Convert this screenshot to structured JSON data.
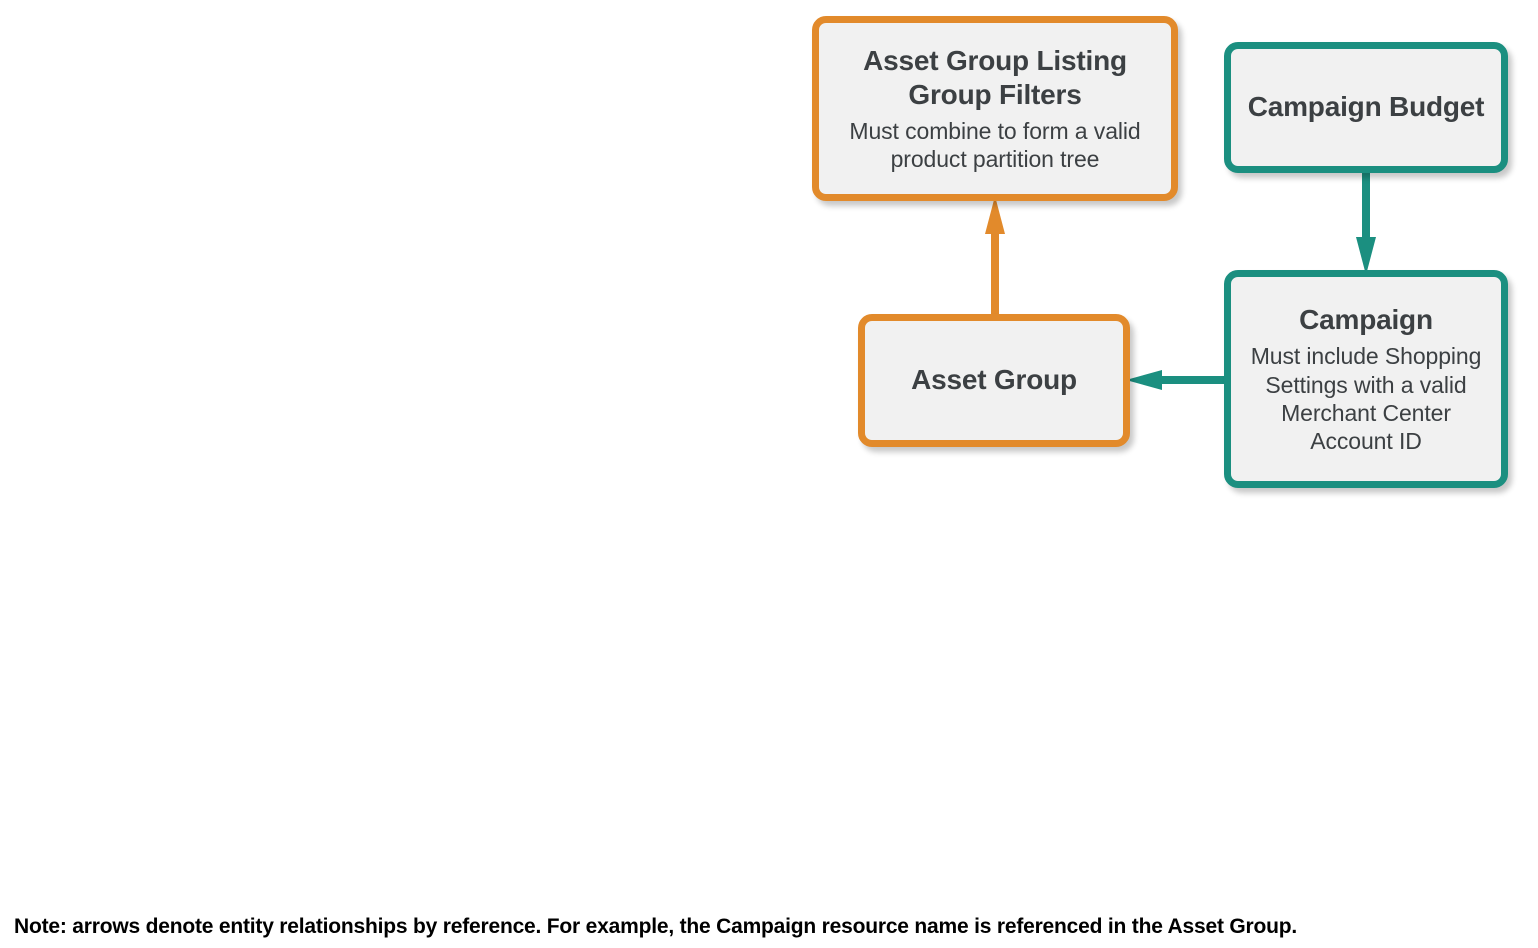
{
  "diagram": {
    "colors": {
      "orange": "#E28A2B",
      "teal": "#1B8F80",
      "box_fill": "#F1F1F1",
      "text": "#3C4043",
      "footnote_text": "#000000",
      "background": "#FFFFFF"
    },
    "nodes": [
      {
        "id": "asset-group-listing-group-filters",
        "title": "Asset Group Listing Group Filters",
        "subtitle": "Must combine to form a valid product partition tree",
        "color": "orange"
      },
      {
        "id": "campaign-budget",
        "title": "Campaign Budget",
        "subtitle": "",
        "color": "teal"
      },
      {
        "id": "asset-group",
        "title": "Asset Group",
        "subtitle": "",
        "color": "orange"
      },
      {
        "id": "campaign",
        "title": "Campaign",
        "subtitle": "Must include Shopping Settings with a valid Merchant Center Account ID",
        "color": "teal"
      }
    ],
    "edges": [
      {
        "id": "asset-group-to-filters",
        "from": "asset-group",
        "to": "asset-group-listing-group-filters",
        "direction": "up",
        "color": "orange"
      },
      {
        "id": "budget-to-campaign",
        "from": "campaign-budget",
        "to": "campaign",
        "direction": "down",
        "color": "teal"
      },
      {
        "id": "campaign-to-asset-group",
        "from": "campaign",
        "to": "asset-group",
        "direction": "left",
        "color": "teal"
      }
    ],
    "footnote": "Note: arrows denote entity relationships by reference. For example, the Campaign resource name is referenced in the Asset Group."
  }
}
